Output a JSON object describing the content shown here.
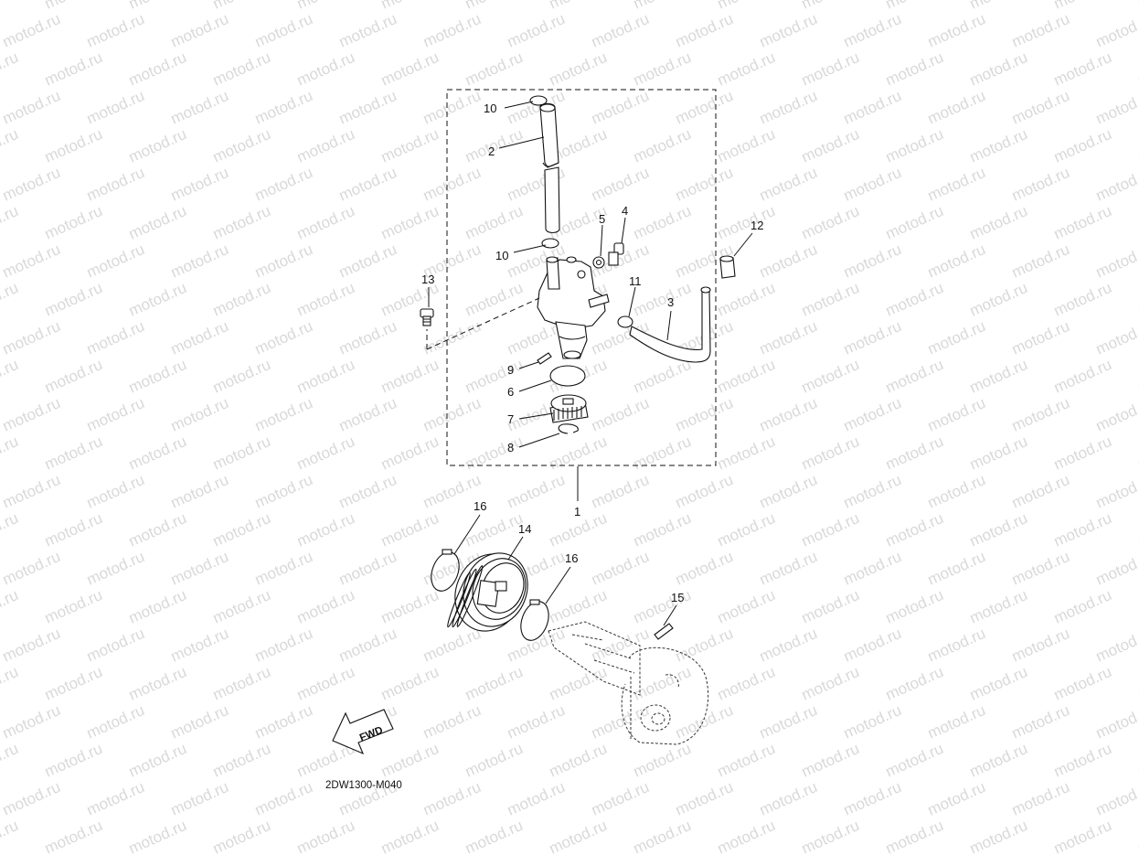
{
  "watermark": {
    "text": "motod.ru"
  },
  "diagram_code": "2DW1300-M040",
  "fwd_label": "FWD",
  "callouts": {
    "c1": "1",
    "c2": "2",
    "c3": "3",
    "c4": "4",
    "c5": "5",
    "c6": "6",
    "c7": "7",
    "c8": "8",
    "c9": "9",
    "c10a": "10",
    "c10b": "10",
    "c11": "11",
    "c12": "12",
    "c13": "13",
    "c14": "14",
    "c15": "15",
    "c16a": "16",
    "c16b": "16"
  }
}
